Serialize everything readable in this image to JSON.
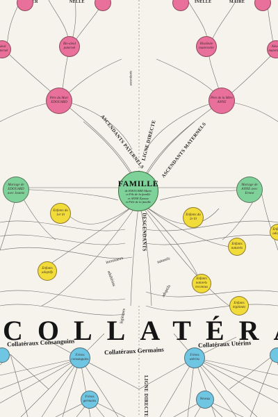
{
  "top_labels": {
    "pater": "PATER",
    "nelle": "NELLE",
    "inelle": "INELLE",
    "maire": "MAIRE"
  },
  "center": {
    "title": "FAMILLE",
    "line1": "de EDOUARD Marie",
    "line2": "et Fils de la famille",
    "line3": "et ANNE Épouse",
    "line4": "et Fille de la famille"
  },
  "axes": {
    "ligne_directe": "LIGNE DIRECTE",
    "ascendants": "ascendants",
    "ascendants_paternels": "ASCENDANTS PATERNELS",
    "ascendants_maternels": "ASCENDANTS MATERNELS",
    "descendants": "DESCENDANTS",
    "naturels": "naturels",
    "adoptifs": "adoptifs",
    "legitimes": "légitimes",
    "adultérins": "adultérins",
    "incestueux": "incestueux",
    "ligne_directe_bas": "LIGNE DIRECTE"
  },
  "collateraux": {
    "title": "COLLATÉRAUX",
    "consanguins": "Collatéraux Consanguins",
    "germains": "Collatéraux Germains",
    "uterins": "Collatéraux Utérins"
  },
  "nodes": {
    "pink_tl": "Bis-aïeul paternel",
    "pink_ml": "Aïeul paternel",
    "pink_father": "Père du Mari EDOUARD",
    "pink_tr": "Bisaïeule maternelle",
    "pink_mr": "Aïeule maternelle",
    "pink_mother": "Père de la Mère ANNE",
    "green_left": "Mariage de EDOUARD avec Jeanne",
    "green_right": "Mariage de ANNE avec Ernest",
    "yellow_1": "Enfants du 1er lit",
    "yellow_2": "Enfants naturels",
    "yellow_3": "Enfants adoptifs",
    "yellow_4": "Enfants du 2e lit",
    "yellow_5": "Enfants naturels reconnus",
    "yellow_6": "Enfants légitimés",
    "yellow_7": "Enfants adoptés",
    "blue_1": "Frères consanguins",
    "blue_2": "Frères germains",
    "blue_3": "Frères utérins",
    "blue_4": "Neveux"
  },
  "colors": {
    "pink": "#e8709a",
    "green": "#7fd19a",
    "yellow": "#f2dc3a",
    "blue": "#6fc6e3",
    "ink": "#2a2a2a"
  }
}
